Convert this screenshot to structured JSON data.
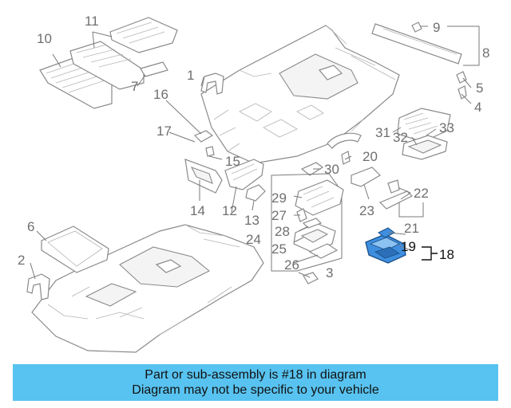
{
  "diagram": {
    "callouts": {
      "c1": "1",
      "c2": "2",
      "c3": "3",
      "c4": "4",
      "c5": "5",
      "c6": "6",
      "c7": "7",
      "c8": "8",
      "c9": "9",
      "c10": "10",
      "c11": "11",
      "c12": "12",
      "c13": "13",
      "c14": "14",
      "c15": "15",
      "c16": "16",
      "c17": "17",
      "c18": "18",
      "c19": "19",
      "c20": "20",
      "c21": "21",
      "c22": "22",
      "c23": "23",
      "c24": "24",
      "c25": "25",
      "c26": "26",
      "c27": "27",
      "c28": "28",
      "c29": "29",
      "c30": "30",
      "c31": "31",
      "c32": "32",
      "c33": "33"
    },
    "highlight_color": "#3f8fe0"
  },
  "banner": {
    "line1": "Part or sub-assembly is #18 in diagram",
    "line2": "Diagram may not be specific to your vehicle",
    "color": "#58c3f0"
  }
}
